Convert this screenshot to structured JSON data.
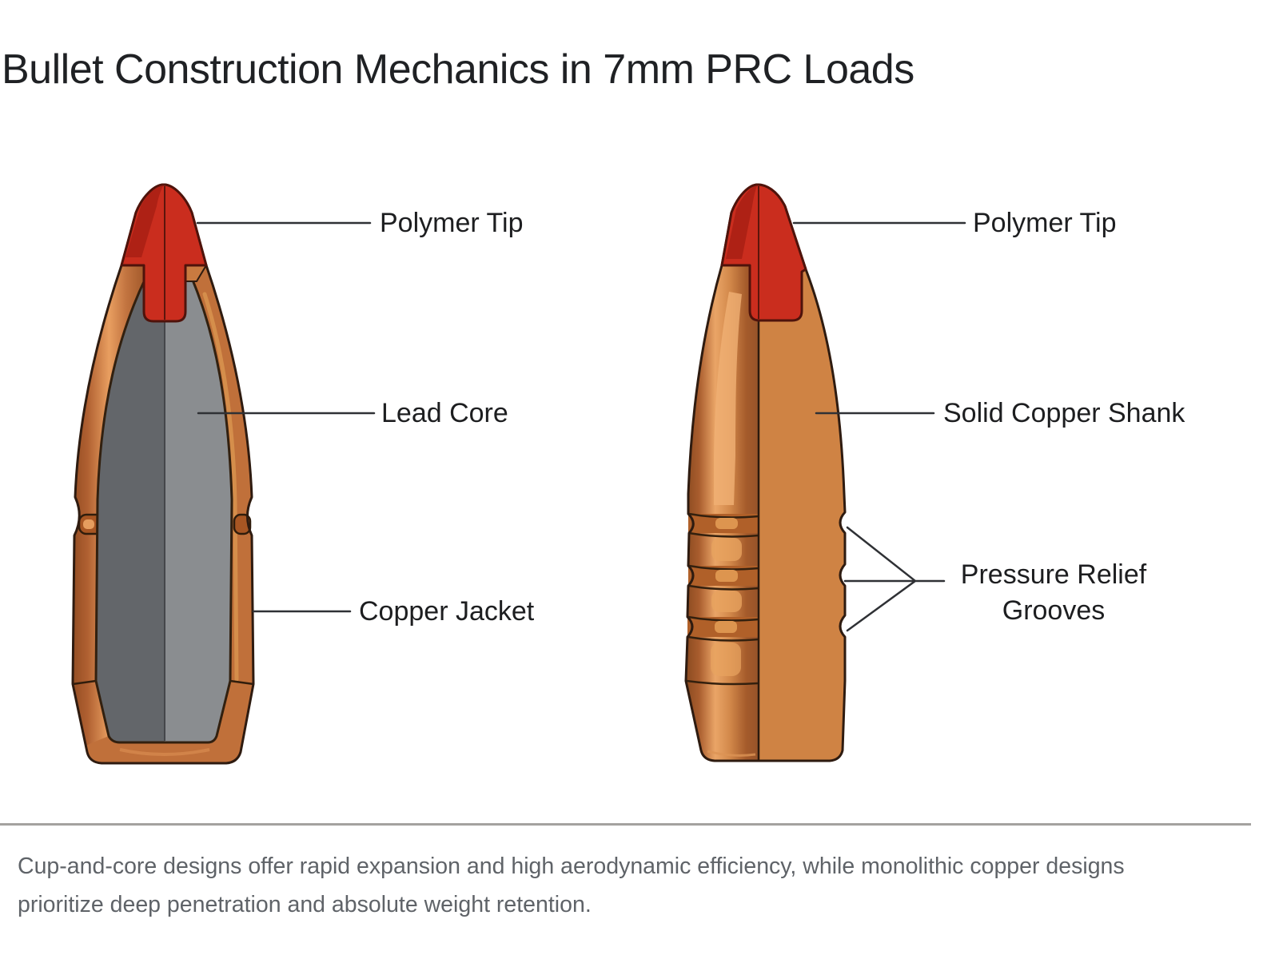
{
  "title": "Bullet Construction Mechanics in 7mm PRC Loads",
  "diagram": {
    "description": "Side-by-side cutaway comparison of two 7mm PRC bullet designs",
    "left_bullet": {
      "type": "cup-and-core bullet cutaway",
      "labels": {
        "polymer_tip": "Polymer Tip",
        "lead_core": "Lead Core",
        "copper_jacket": "Copper Jacket"
      }
    },
    "right_bullet": {
      "type": "monolithic copper bullet",
      "labels": {
        "polymer_tip": "Polymer Tip",
        "solid_copper_shank": "Solid Copper Shank",
        "pressure_relief_grooves_line1": "Pressure Relief",
        "pressure_relief_grooves_line2": "Grooves"
      }
    },
    "colors": {
      "polymer_tip_red": "#ca2d1e",
      "copper_jacket": "#c0703a",
      "copper_highlight": "#e89e60",
      "solid_copper": "#cf8344",
      "lead_core_light": "#8a8d90",
      "lead_core_dark": "#63666a",
      "outline_dark_brown": "#2e1b10",
      "leader_line": "#2f3135",
      "title_text": "#1f2124",
      "label_text": "#1d1e20",
      "caption_text": "#5f6368"
    }
  },
  "caption": {
    "line1": "Cup-and-core designs offer rapid expansion and high aerodynamic efficiency, while monolithic copper designs",
    "line2": "prioritize deep penetration and absolute weight retention."
  }
}
